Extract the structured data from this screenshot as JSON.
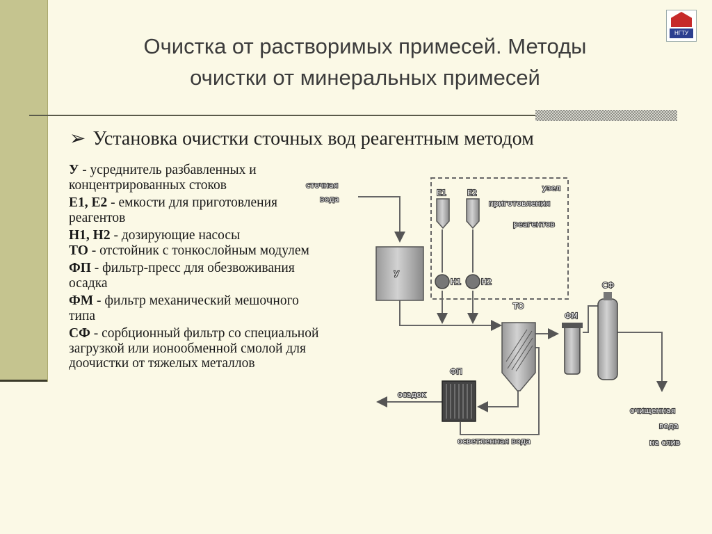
{
  "slide": {
    "title_line1": "Очистка от растворимых примесей. Методы",
    "title_line2": "очистки от минеральных примесей",
    "subtitle": "Установка очистки сточных вод реагентным методом",
    "subtitle_marker": "➢",
    "logo_text": "НГТУ"
  },
  "legend": [
    {
      "abbr": "У",
      "text": " - усреднитель разбавленных и концентрированных стоков"
    },
    {
      "abbr": " Е1, Е2",
      "text": " - емкости для приготовления реагентов"
    },
    {
      "abbr": "Н1, Н2",
      "text": " - дозирующие насосы"
    },
    {
      "abbr": "ТО",
      "text": " - отстойник с тонкослойным модулем"
    },
    {
      "abbr": "ФП",
      "text": " - фильтр-пресс для обезвоживания осадка"
    },
    {
      "abbr": "ФМ",
      "text": " - фильтр механический мешочного типа"
    },
    {
      "abbr": "СФ",
      "text": " - сорбционный фильтр со специальной загрузкой или ионообменной смолой для доочистки от тяжелых металлов"
    }
  ],
  "diagram": {
    "inlet_1": "сточная",
    "inlet_2": "вода",
    "unit_1": "узел",
    "unit_2": "приготовления",
    "unit_3": "реагентов",
    "e1": "Е1",
    "e2": "Е2",
    "h1": "Н1",
    "h2": "Н2",
    "u": "У",
    "to": "ТО",
    "fm": "ФМ",
    "sf": "СФ",
    "fp": "ФП",
    "sediment": "осадок",
    "clarified": "осветленная вода",
    "out_1": "очищенная",
    "out_2": "вода",
    "out_3": "на слив"
  },
  "colors": {
    "background": "#FBF9E6",
    "sidebar": "#C5C48F",
    "equipment": "#BDBDBD"
  }
}
